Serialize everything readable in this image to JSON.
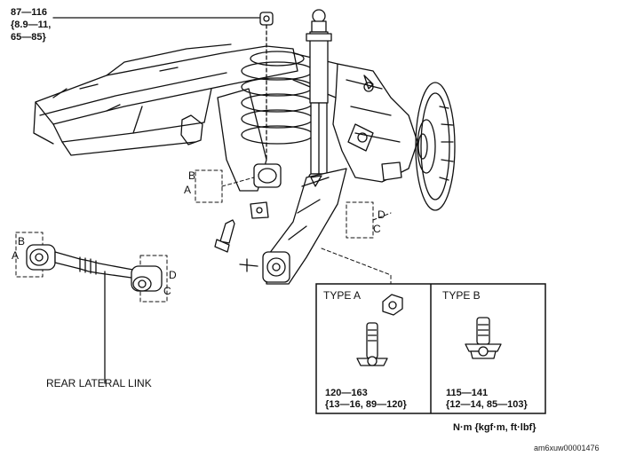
{
  "top_torque": {
    "nm": "87—116",
    "kgf": "{8.9—11,",
    "ftlbf": "65—85}"
  },
  "labels": {
    "a": "A",
    "b": "B",
    "c": "C",
    "d": "D",
    "rear_lateral_link": "REAR LATERAL LINK"
  },
  "type_a": {
    "title": "TYPE A",
    "torque_nm": "120—163",
    "torque_alt": "{13—16, 89—120}"
  },
  "type_b": {
    "title": "TYPE B",
    "torque_nm": "115—141",
    "torque_alt": "{12—14, 85—103}"
  },
  "units": "N·m {kgf·m, ft·lbf}",
  "figure_code": "am6xuw00001476"
}
